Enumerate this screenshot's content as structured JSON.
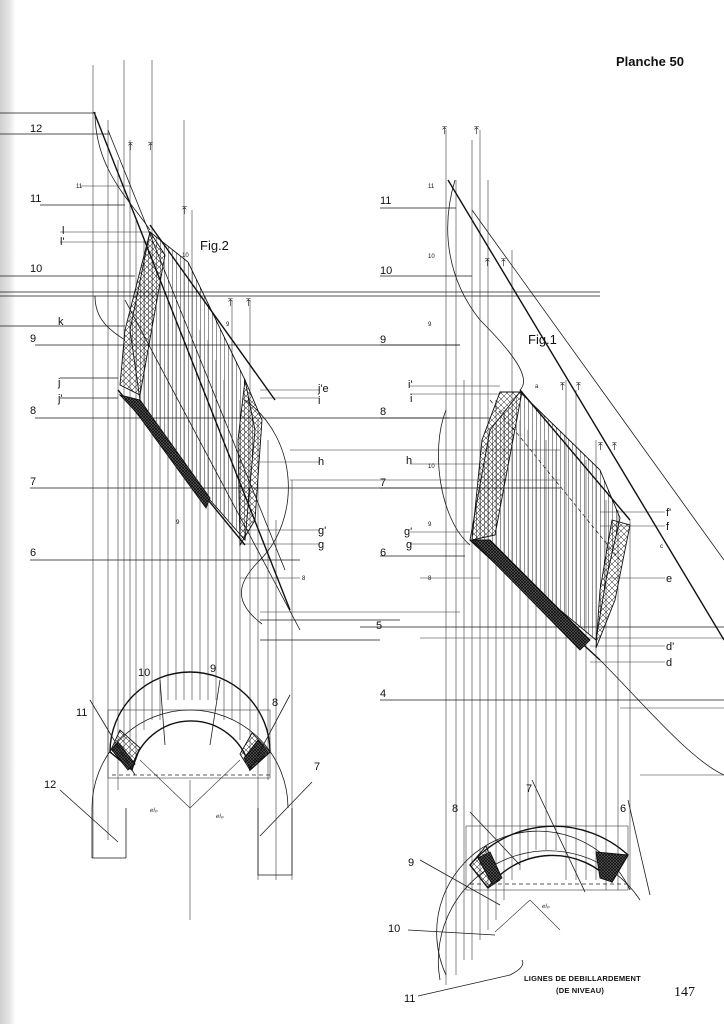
{
  "plate_title": "Planche 50",
  "fig2_label": "Fig.2",
  "fig1_label": "Fig.1",
  "caption_line1": "LIGNES DE DEBILLARDEMENT",
  "caption_line2": "(DE NIVEAU)",
  "page_number": "147",
  "fig2_left_levels": [
    "12",
    "11",
    "10",
    "9",
    "8",
    "7",
    "6"
  ],
  "fig2_left_letters": [
    "l",
    "l'",
    "k",
    "j",
    "j'"
  ],
  "fig2_right_letters": [
    "j'e",
    "i",
    "h",
    "g'",
    "g"
  ],
  "fig1_left_levels": [
    "11",
    "10",
    "9",
    "8",
    "7",
    "6",
    "4"
  ],
  "fig1_left_letters": [
    "i'",
    "i",
    "h",
    "g'",
    "g"
  ],
  "fig1_right_letters": [
    "f'",
    "f",
    "e",
    "d'",
    "d"
  ],
  "fig1_mid_level": "5",
  "fig2_plan_numbers": [
    "10",
    "9",
    "8",
    "11",
    "12",
    "7"
  ],
  "fig1_plan_numbers": [
    "8",
    "7",
    "6",
    "9",
    "10",
    "11"
  ]
}
